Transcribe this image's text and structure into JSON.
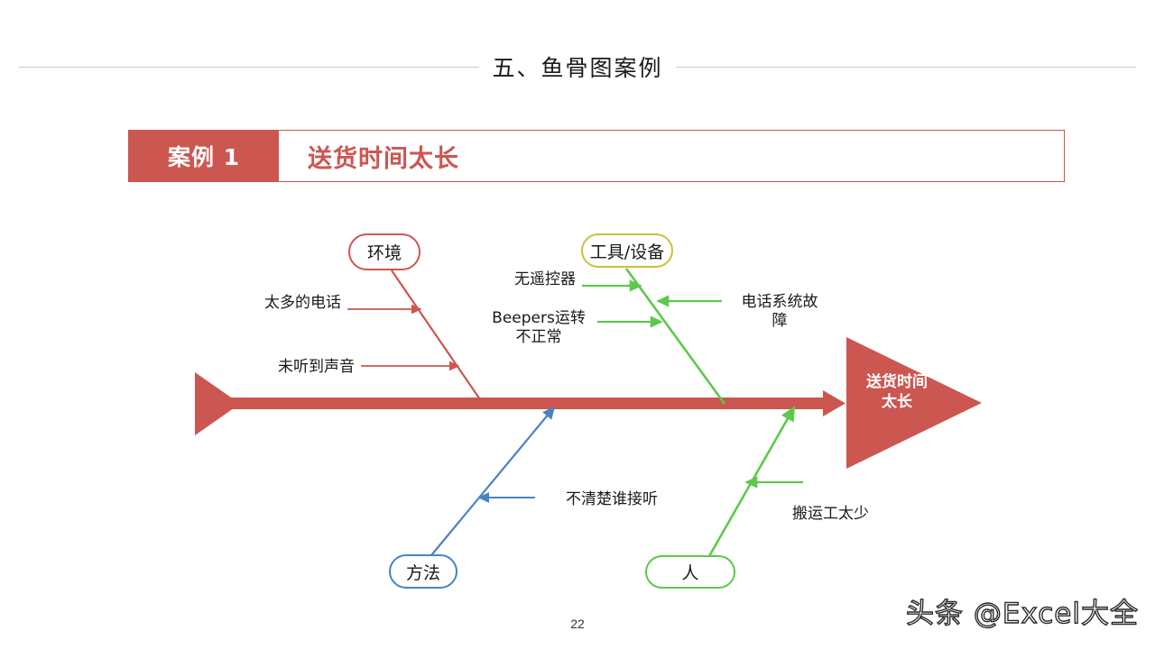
{
  "slide": {
    "title": "五、鱼骨图案例",
    "page_number": "22",
    "watermark": "头条 @Excel大全"
  },
  "banner": {
    "tag": "案例 1",
    "title": "送货时间太长",
    "accent_color": "#cc5650"
  },
  "fishbone": {
    "head_text": "送货时间\n太长",
    "spine_color": "#cc5650",
    "categories": [
      {
        "id": "environment",
        "label": "环境",
        "color": "#cc5650",
        "position": "upper-left",
        "causes": [
          {
            "id": "too-many-calls",
            "label": "太多的电话"
          },
          {
            "id": "no-sound-heard",
            "label": "未听到声音"
          }
        ]
      },
      {
        "id": "tools-equipment",
        "label": "工具/设备",
        "color": "#c9c13f",
        "branch_color": "#5cc94a",
        "position": "upper-right",
        "causes": [
          {
            "id": "no-remote-control",
            "label": "无遥控器"
          },
          {
            "id": "beepers-abnormal",
            "label": "Beepers运转\n不正常"
          },
          {
            "id": "phone-system-failure",
            "label": "电话系统故\n障"
          }
        ]
      },
      {
        "id": "method",
        "label": "方法",
        "color": "#4a82c3",
        "position": "lower-left",
        "causes": [
          {
            "id": "unclear-who-answers",
            "label": "不清楚谁接听"
          }
        ]
      },
      {
        "id": "people",
        "label": "人",
        "color": "#5cc94a",
        "position": "lower-right",
        "causes": [
          {
            "id": "too-few-porters",
            "label": "搬运工太少"
          }
        ]
      }
    ]
  }
}
